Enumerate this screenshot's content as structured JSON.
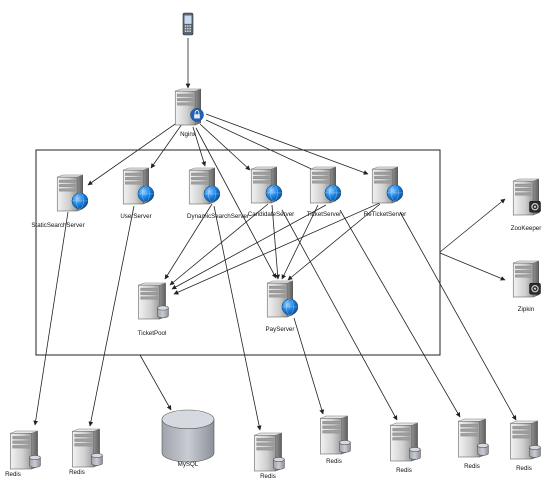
{
  "colors": {
    "server_light": "#d8d8d8",
    "server_dark": "#8a8a8a",
    "globe": "#1e88e5",
    "edge": "#222222",
    "db": "#b9bcc4"
  },
  "nodes": [
    {
      "id": "phone",
      "label": "",
      "icon": "phone-icon"
    },
    {
      "id": "nginx",
      "label": "Nginx",
      "icon": "server-lock-icon"
    },
    {
      "id": "static",
      "label": "StaticSearchServer",
      "icon": "server-globe-icon"
    },
    {
      "id": "user",
      "label": "UserServer",
      "icon": "server-globe-icon"
    },
    {
      "id": "dynamic",
      "label": "DynamicSearchServer",
      "icon": "server-globe-icon"
    },
    {
      "id": "candidate",
      "label": "CandidateServer",
      "icon": "server-globe-icon"
    },
    {
      "id": "ticket",
      "label": "TicketServer",
      "icon": "server-globe-icon"
    },
    {
      "id": "reticket",
      "label": "ReTicketServer",
      "icon": "server-globe-icon"
    },
    {
      "id": "ticketpool",
      "label": "TicketPool",
      "icon": "server-db-icon"
    },
    {
      "id": "pay",
      "label": "PayServer",
      "icon": "server-globe-icon"
    },
    {
      "id": "zookeeper",
      "label": "ZooKeeper",
      "icon": "server-gear-icon"
    },
    {
      "id": "zipkin",
      "label": "Zipkin",
      "icon": "server-gear-icon"
    },
    {
      "id": "mysql",
      "label": "MySQL",
      "icon": "database-icon"
    },
    {
      "id": "redis1",
      "label": "Redis",
      "icon": "server-db-icon"
    },
    {
      "id": "redis2",
      "label": "Redis",
      "icon": "server-db-icon"
    },
    {
      "id": "redis3",
      "label": "Redis",
      "icon": "server-db-icon"
    },
    {
      "id": "redis4",
      "label": "Redis",
      "icon": "server-db-icon"
    },
    {
      "id": "redis5",
      "label": "Redis",
      "icon": "server-db-icon"
    },
    {
      "id": "redis6",
      "label": "Redis",
      "icon": "server-db-icon"
    },
    {
      "id": "redis7",
      "label": "Redis",
      "icon": "server-db-icon"
    }
  ],
  "edges": [
    {
      "from": "phone",
      "to": "nginx"
    },
    {
      "from": "nginx",
      "to": "static"
    },
    {
      "from": "nginx",
      "to": "user"
    },
    {
      "from": "nginx",
      "to": "dynamic"
    },
    {
      "from": "nginx",
      "to": "candidate"
    },
    {
      "from": "nginx",
      "to": "ticket"
    },
    {
      "from": "nginx",
      "to": "reticket"
    },
    {
      "from": "nginx",
      "to": "pay"
    },
    {
      "from": "dynamic",
      "to": "ticketpool"
    },
    {
      "from": "candidate",
      "to": "ticketpool"
    },
    {
      "from": "ticket",
      "to": "ticketpool"
    },
    {
      "from": "reticket",
      "to": "ticketpool"
    },
    {
      "from": "candidate",
      "to": "pay"
    },
    {
      "from": "ticket",
      "to": "pay"
    },
    {
      "from": "reticket",
      "to": "pay"
    },
    {
      "from": "cluster",
      "to": "zookeeper"
    },
    {
      "from": "cluster",
      "to": "zipkin"
    },
    {
      "from": "cluster",
      "to": "mysql"
    },
    {
      "from": "static",
      "to": "redis1"
    },
    {
      "from": "user",
      "to": "redis2"
    },
    {
      "from": "dynamic",
      "to": "redis3"
    },
    {
      "from": "pay",
      "to": "redis4"
    },
    {
      "from": "candidate",
      "to": "redis5"
    },
    {
      "from": "ticket",
      "to": "redis6"
    },
    {
      "from": "reticket",
      "to": "redis7"
    }
  ]
}
